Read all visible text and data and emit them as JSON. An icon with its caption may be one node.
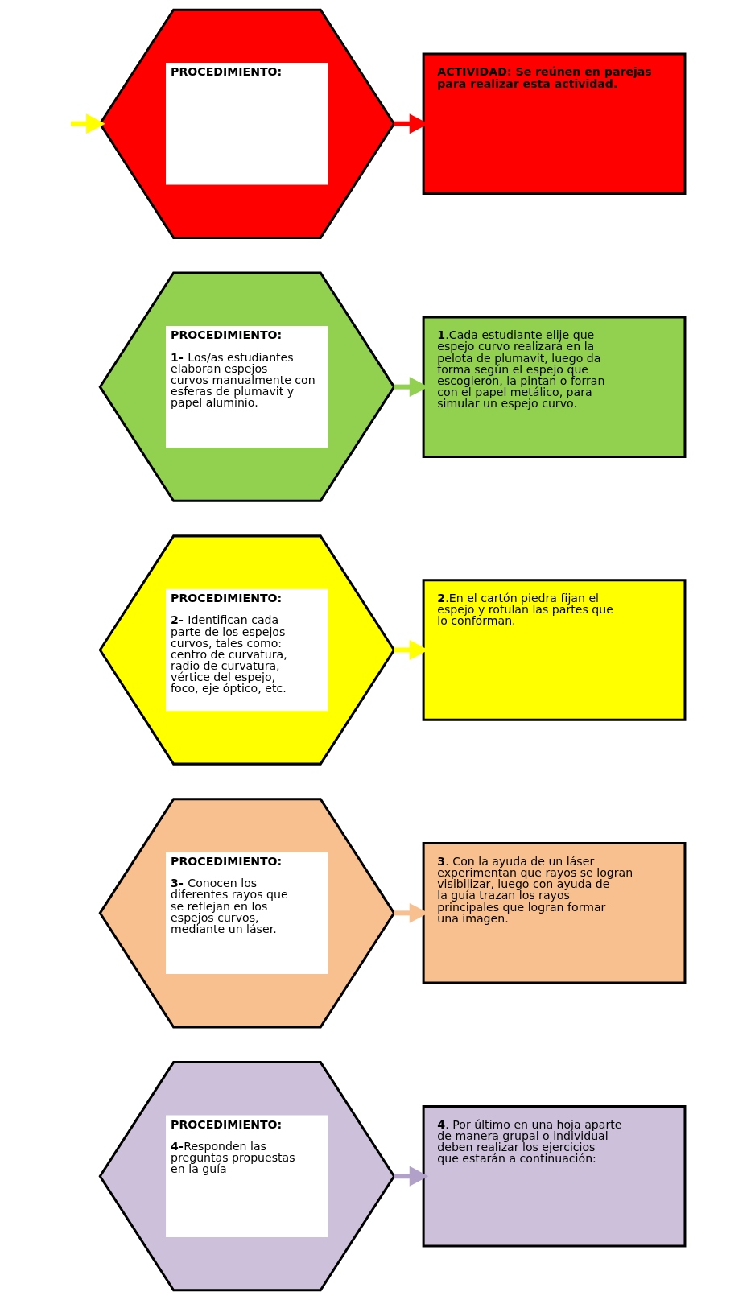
{
  "diagram": {
    "nodes": [
      {
        "text": [
          "PROCEDIMIENTO:"
        ]
      },
      {
        "text": [
          "ACTIVIDAD: Se reúnen en parejas para realizar esta actividad."
        ]
      },
      {
        "text": [
          "PROCEDIMIENTO:",
          "**1-** Los/as estudiantes elaboran espejos curvos manualmente con esferas de plumavit y papel aluminio."
        ]
      },
      {
        "text": [
          "**1**.Cada estudiante elije que espejo curvo realizará en la pelota de plumavit, luego da forma según el espejo que escogieron, la pintan o forran con el papel metálico, para simular un espejo curvo."
        ]
      },
      {
        "text": [
          "PROCEDIMIENTO:",
          "**2-** Identifican cada parte de los espejos curvos, tales como: centro de curvatura, radio de curvatura, vértice del espejo, foco, eje óptico, etc."
        ]
      },
      {
        "text": [
          "**2**.En el cartón piedra fijan el espejo y rotulan las partes que lo conforman."
        ]
      },
      {
        "text": [
          "PROCEDIMIENTO:",
          "**3-** Conocen los diferentes rayos que se reflejan en los espejos curvos, mediante un láser."
        ]
      },
      {
        "text": [
          "**3**. Con la ayuda de un láser experimentan que rayos se logran visibilizar, luego con ayuda de la guía trazan los rayos principales que logran formar una imagen."
        ]
      },
      {
        "text": [
          "PROCEDIMIENTO:",
          "**4-**Responden las preguntas propuestas en la guía"
        ]
      },
      {
        "text": [
          "**4**. Por último en una hoja aparte de manera grupal o individual deben realizar los ejercicios que estarán a continuación:"
        ]
      }
    ],
    "edges": [
      {
        "from": null,
        "to": 0,
        "arrow": "to",
        "color": "#ffff00"
      },
      {
        "from": 0,
        "to": 1,
        "arrow": "to",
        "color": "#ff0000"
      },
      {
        "from": 2,
        "to": 3,
        "arrow": "to",
        "color": "#92d050"
      },
      {
        "from": 4,
        "to": 5,
        "arrow": "to",
        "color": "#ffff00"
      },
      {
        "from": 6,
        "to": 7,
        "arrow": "to",
        "color": "#f8c08f"
      },
      {
        "from": 8,
        "to": 9,
        "arrow": "to",
        "color": "#b1a0c7"
      }
    ]
  }
}
